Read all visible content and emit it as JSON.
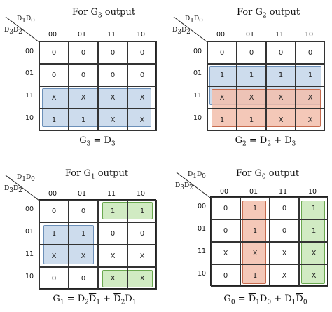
{
  "maps": [
    {
      "title_pre": "For G",
      "title_sub": "3",
      "title_post": " output",
      "col_var_html": "D<sub>1</sub>D<sub>0</sub>",
      "row_var_html": "D<sub>3</sub>D<sub>2</sub>",
      "col_headers": [
        "00",
        "01",
        "11",
        "10"
      ],
      "row_headers": [
        "00",
        "01",
        "11",
        "10"
      ],
      "cells": [
        [
          "0",
          "0",
          "0",
          "0"
        ],
        [
          "0",
          "0",
          "0",
          "0"
        ],
        [
          "X",
          "X",
          "X",
          "X"
        ],
        [
          "1",
          "1",
          "X",
          "X"
        ]
      ],
      "equation_html": "G<sub>3</sub> = D<sub>3</sub>"
    },
    {
      "title_pre": "For G",
      "title_sub": "2",
      "title_post": " output",
      "col_var_html": "D<sub>1</sub>D<sub>0</sub>",
      "row_var_html": "D<sub>3</sub>D<sub>2</sub>",
      "col_headers": [
        "00",
        "01",
        "11",
        "10"
      ],
      "row_headers": [
        "00",
        "01",
        "11",
        "10"
      ],
      "cells": [
        [
          "0",
          "0",
          "0",
          "0"
        ],
        [
          "1",
          "1",
          "1",
          "1"
        ],
        [
          "X",
          "X",
          "X",
          "X"
        ],
        [
          "1",
          "1",
          "X",
          "X"
        ]
      ],
      "equation_html": "G<sub>2</sub> = D<sub>2</sub> + D<sub>3</sub>"
    },
    {
      "title_pre": "For G",
      "title_sub": "1",
      "title_post": " output",
      "col_var_html": "D<sub>1</sub>D<sub>0</sub>",
      "row_var_html": "D<sub>3</sub>D<sub>2</sub>",
      "col_headers": [
        "00",
        "01",
        "11",
        "10"
      ],
      "row_headers": [
        "00",
        "01",
        "11",
        "10"
      ],
      "cells": [
        [
          "0",
          "0",
          "1",
          "1"
        ],
        [
          "1",
          "1",
          "0",
          "0"
        ],
        [
          "X",
          "X",
          "X",
          "X"
        ],
        [
          "0",
          "0",
          "X",
          "X"
        ]
      ],
      "equation_html": "G<sub>1</sub> = D<sub>2</sub><span class=\"ov\">D</span><sub class=\"ov\">1</sub> + <span class=\"ov\">D</span><sub class=\"ov\">2</sub>D<sub>1</sub>"
    },
    {
      "title_pre": "For G",
      "title_sub": "0",
      "title_post": " output",
      "col_var_html": "D<sub>1</sub>D<sub>0</sub>",
      "row_var_html": "D<sub>3</sub>D<sub>2</sub>",
      "col_headers": [
        "00",
        "01",
        "11",
        "10"
      ],
      "row_headers": [
        "00",
        "01",
        "11",
        "10"
      ],
      "cells": [
        [
          "0",
          "1",
          "0",
          "1"
        ],
        [
          "0",
          "1",
          "0",
          "1"
        ],
        [
          "X",
          "X",
          "X",
          "X"
        ],
        [
          "0",
          "1",
          "X",
          "X"
        ]
      ],
      "equation_html": "G<sub>0</sub> = <span class=\"ov\">D</span><sub class=\"ov\">1</sub>D<sub>0</sub> + D<sub>1</sub><span class=\"ov\">D</span><sub class=\"ov\">0</sub>"
    }
  ],
  "colors": {
    "blue_group": "#c4d6ea",
    "red_group": "#f2beac",
    "green_group": "#cce9bc",
    "grid_line": "#333333"
  }
}
